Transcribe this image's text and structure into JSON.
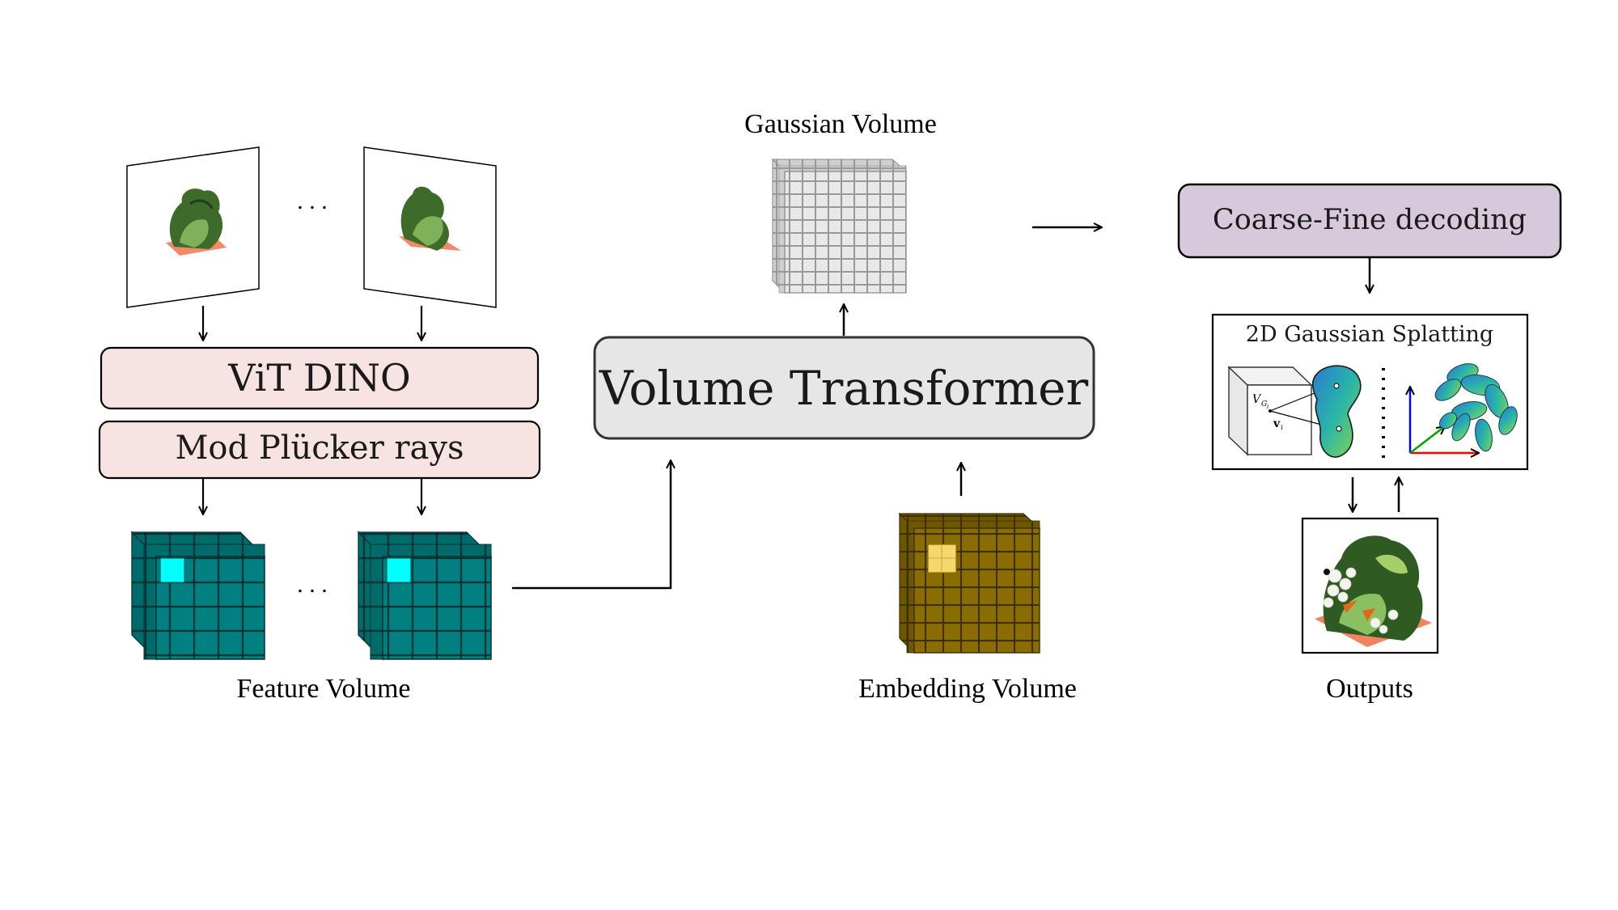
{
  "input_views": {
    "ellipsis": ". . ."
  },
  "encoder": {
    "vit_label": "ViT DINO",
    "plucker_label": "Mod Plücker rays"
  },
  "feature_volume": {
    "label": "Feature Volume",
    "ellipsis": ". . .",
    "cube_color": "#008080",
    "highlight_color": "#00ffff"
  },
  "gaussian_volume": {
    "label": "Gaussian Volume",
    "cube_color": "#e6e6e6"
  },
  "transformer": {
    "label": "Volume Transformer"
  },
  "embedding_volume": {
    "label": "Embedding Volume",
    "cube_color": "#8a6d00",
    "highlight_color": "#f5d76e"
  },
  "decoding": {
    "label": "Coarse-Fine decoding",
    "color": "#d8c8db"
  },
  "splatting": {
    "title": "2D Gaussian Splatting",
    "voxel_label": "V",
    "voxel_subscript": "G",
    "voxel_index": "i",
    "vertex_label": "v",
    "vertex_index": "i"
  },
  "outputs": {
    "label": "Outputs"
  },
  "colors": {
    "vit_fill": "#f8e3e3",
    "transformer_fill": "#e6e6e6",
    "decoding_fill": "#d8c8db",
    "axis_x": "#ff0000",
    "axis_y": "#00aa00",
    "axis_z": "#0000ff"
  }
}
